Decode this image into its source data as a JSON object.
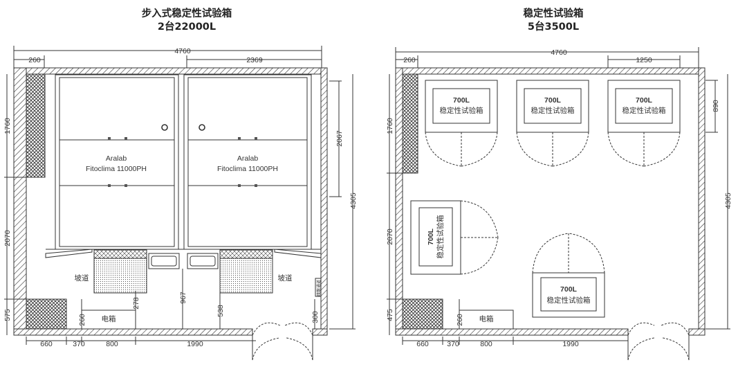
{
  "left": {
    "title1": "步入式稳定性试验箱",
    "title2": "2台22000L",
    "unit1": "Aralab",
    "unit2": "Fitoclima 11000PH",
    "ramp": "坡道",
    "box": "电箱",
    "sign": "疏散通道",
    "dims": {
      "top_total": "4760",
      "top_left": "260",
      "top_right": "2369",
      "left_1": "1760",
      "left_2": "2070",
      "left_3": "575",
      "right_1": "2067",
      "right_2": "4305",
      "b_660": "660",
      "b_370": "370",
      "b_800": "800",
      "b_1990": "1990",
      "v_260": "260",
      "v_278": "278",
      "v_967": "967",
      "v_538": "538",
      "v_300": "300"
    }
  },
  "right": {
    "title1": "稳定性试验箱",
    "title2": "5台3500L",
    "unit_size": "700L",
    "unit_name": "稳定性试验箱",
    "box": "电箱",
    "dims": {
      "top_total": "4760",
      "top_left": "260",
      "top_right": "1250",
      "left_1": "1760",
      "left_2": "2070",
      "left_3": "475",
      "right_1": "890",
      "right_2": "4305",
      "b_660": "660",
      "b_370": "370",
      "b_800": "800",
      "b_1990": "1990",
      "v_260": "260"
    }
  }
}
